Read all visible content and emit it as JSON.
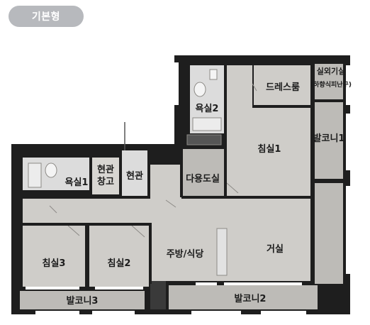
{
  "badge": "기본형",
  "rooms": {
    "outdoor_unit": "실외기실",
    "outdoor_unit_sub": "(하향식피난구)",
    "dress_room": "드레스룸",
    "bath2": "욕실2",
    "bed1": "침실1",
    "balcony1": "발코니1",
    "bath1": "욕실1",
    "storage1": "현관",
    "storage2": "창고",
    "entrance": "현관",
    "utility": "다용도실",
    "bed3": "침실3",
    "bed2": "침실2",
    "kitchen": "주방/식당",
    "living": "거실",
    "balcony3": "발코니3",
    "balcony2": "발코니2"
  },
  "colors": {
    "wall": "#1e1e1e",
    "room_fill": "#cfcdc9",
    "tile_fill": "#bdbbb7",
    "wet_fill": "#dcdcdc",
    "window_fill": "#ffffff",
    "badge_bg": "#b7b9bd"
  }
}
